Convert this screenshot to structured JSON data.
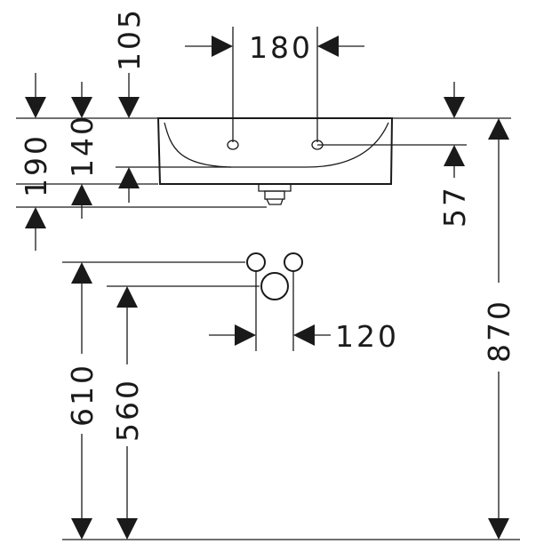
{
  "drawing": {
    "dimensions": {
      "tap_hole_spacing": "180",
      "height_105": "105",
      "height_190": "190",
      "height_140": "140",
      "height_57": "57",
      "height_870": "870",
      "height_610": "610",
      "height_560": "560",
      "pipe_spacing": "120"
    },
    "line_color": "#1a1a1a",
    "background": "#ffffff"
  }
}
